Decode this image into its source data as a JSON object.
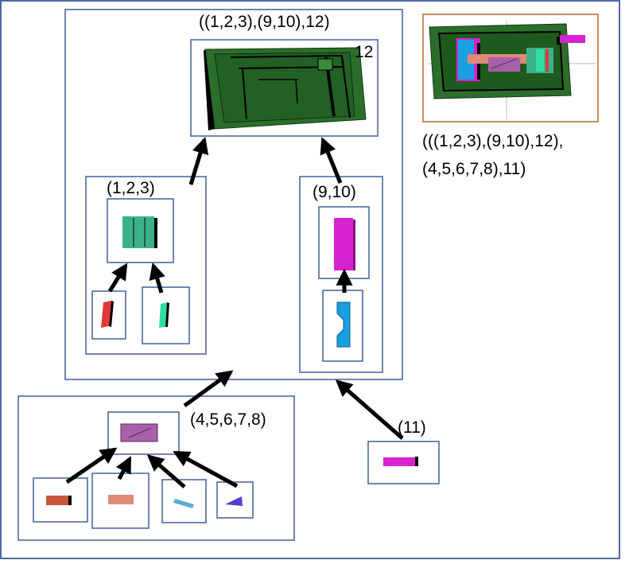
{
  "labels": {
    "root": "((1,2,3),(9,10),12)",
    "part12": "12",
    "group123": "(1,2,3)",
    "group910": "(9,10)",
    "group45678": "(4,5,6,7,8)",
    "group11": "(11)",
    "final_line1": "(((1,2,3),(9,10),12),",
    "final_line2": "(4,5,6,7,8),11)"
  },
  "colors": {
    "box_border": "#4a6aa3",
    "outer_border": "#4a6aa3",
    "final_border": "#c0703a",
    "arrow": "#000000",
    "green_case": "#2b6e2b",
    "teal": "#3cb08a",
    "red": "#e03a3a",
    "mint": "#2ee0a0",
    "magenta": "#d622d0",
    "blue": "#1aa0e0",
    "purple_block": "#a860a8",
    "rust": "#c8583a",
    "salmon": "#e08a78",
    "light_blue": "#58aed8",
    "violet": "#5a3ad8"
  }
}
